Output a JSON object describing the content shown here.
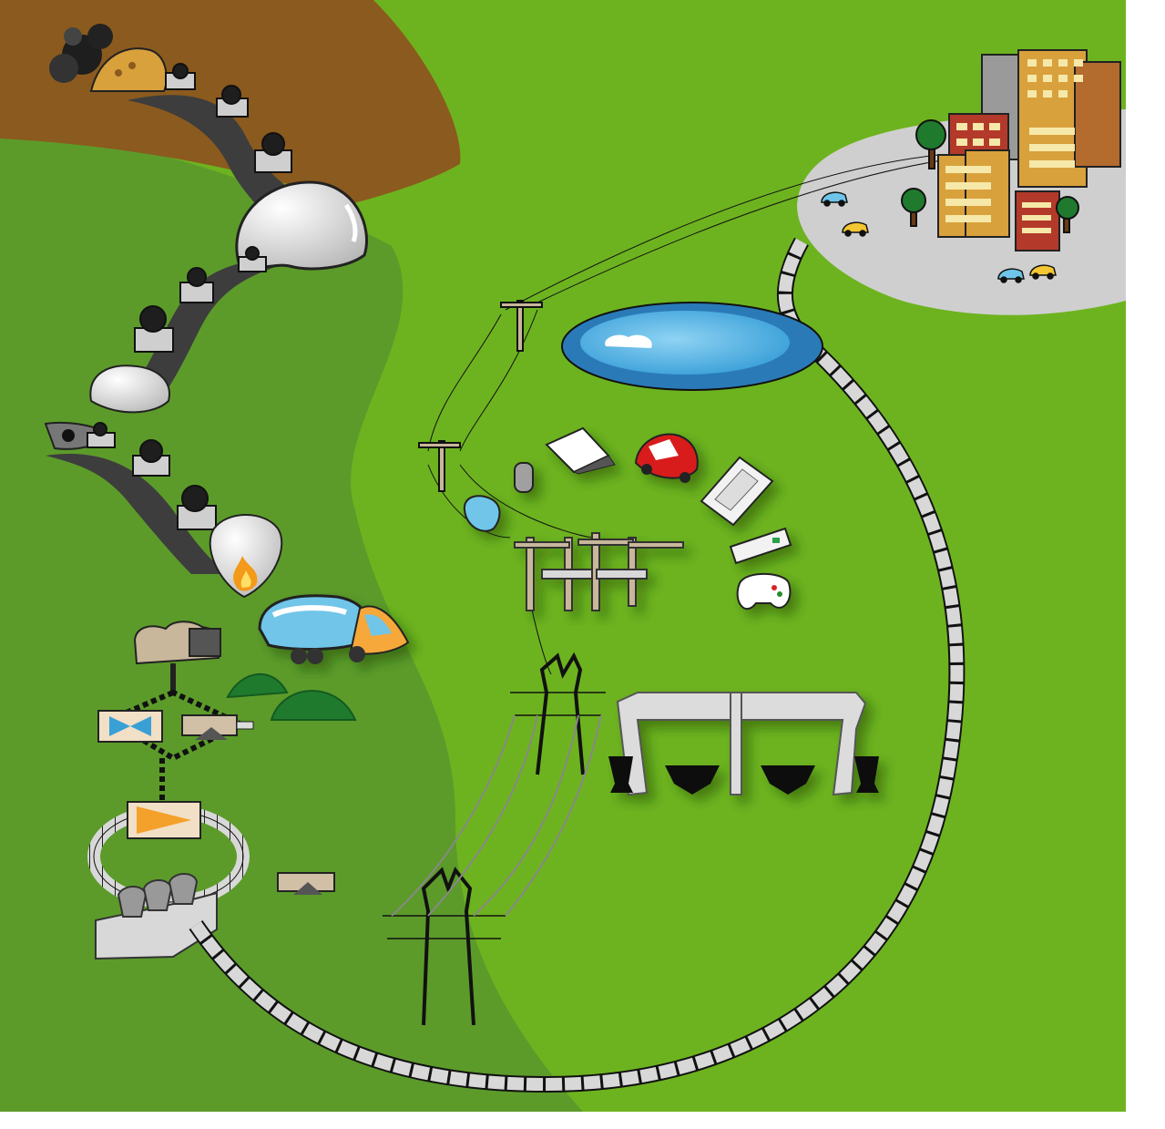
{
  "colors": {
    "grass_light": "#6db31f",
    "grass_dark": "#5c9b2a",
    "soil": "#8b5a1e",
    "road": "#3d3d3d",
    "belt": "#d8d8d8",
    "city_ground": "#cfcfcf",
    "lake": "#4aa9dd",
    "coal": "#1e1e1e"
  },
  "scene": {
    "stages": [
      {
        "id": "coal-mine",
        "icon": "mine-icon"
      },
      {
        "id": "coal-storage-dome",
        "icon": "dome-icon"
      },
      {
        "id": "coal-crusher",
        "icon": "crusher-icon"
      },
      {
        "id": "coal-furnace",
        "icon": "flame-icon"
      },
      {
        "id": "power-plant",
        "icon": "factory-icon"
      },
      {
        "id": "boiler",
        "icon": "boiler-icon"
      },
      {
        "id": "turbine",
        "icon": "turbine-icon"
      },
      {
        "id": "generator",
        "icon": "generator-icon"
      },
      {
        "id": "cooling-towers",
        "icon": "cooling-tower-icon"
      },
      {
        "id": "transmission-tower",
        "icon": "pylon-icon"
      },
      {
        "id": "substation",
        "icon": "substation-icon"
      },
      {
        "id": "reservoir",
        "icon": "lake-icon"
      },
      {
        "id": "city",
        "icon": "city-icon"
      }
    ],
    "appliances": [
      "mouse-icon",
      "laptop-icon",
      "electric-car-icon",
      "refrigerator-icon",
      "air-conditioner-icon",
      "gamepad-icon",
      "washing-machine-icon"
    ]
  }
}
